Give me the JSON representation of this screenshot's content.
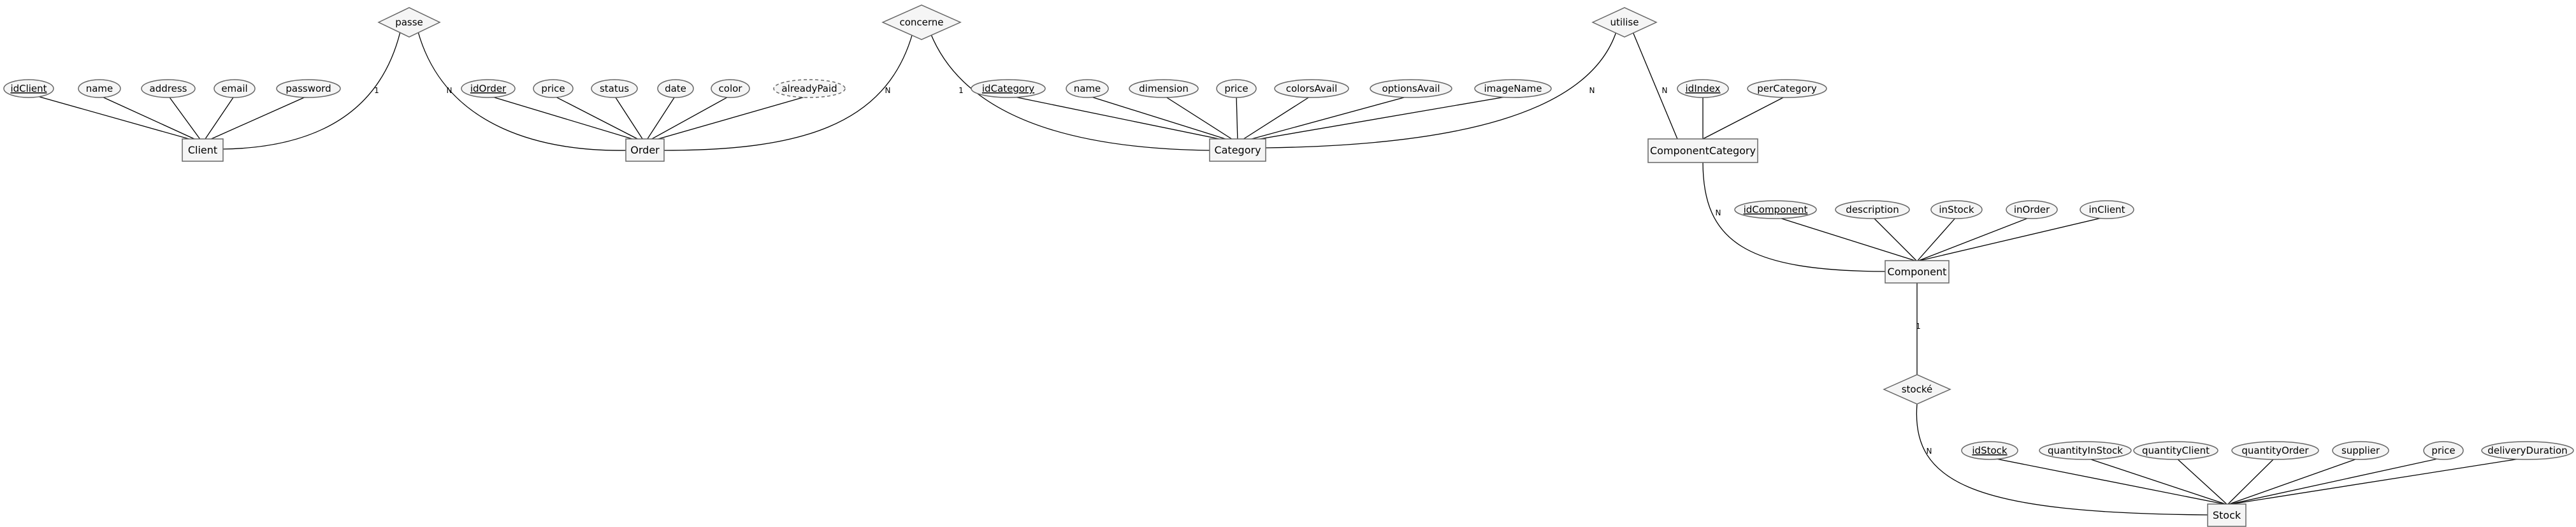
{
  "entities": {
    "client": "Client",
    "order": "Order",
    "category": "Category",
    "component_category": "ComponentCategory",
    "component": "Component",
    "stock": "Stock"
  },
  "relationships": {
    "passe": "passe",
    "concerne": "concerne",
    "utilise": "utilise",
    "stocke": "stocké"
  },
  "attributes": {
    "client": [
      "idClient",
      "name",
      "address",
      "email",
      "password"
    ],
    "order": [
      "idOrder",
      "price",
      "status",
      "date",
      "color",
      "alreadyPaid"
    ],
    "category": [
      "idCategory",
      "name",
      "dimension",
      "price",
      "colorsAvail",
      "optionsAvail",
      "imageName"
    ],
    "component_category": [
      "idIndex",
      "perCategory"
    ],
    "component": [
      "idComponent",
      "description",
      "inStock",
      "inOrder",
      "inClient"
    ],
    "stock": [
      "idStock",
      "quantityInStock",
      "quantityClient",
      "quantityOrder",
      "supplier",
      "price",
      "deliveryDuration"
    ]
  },
  "cardinalities": {
    "passe_client": "1",
    "passe_order": "N",
    "concerne_order": "N",
    "concerne_category": "1",
    "utilise_category": "N",
    "utilise_component_category": "N",
    "component_category_component": "N",
    "component_stocke": "1",
    "stocke_stock": "N"
  }
}
